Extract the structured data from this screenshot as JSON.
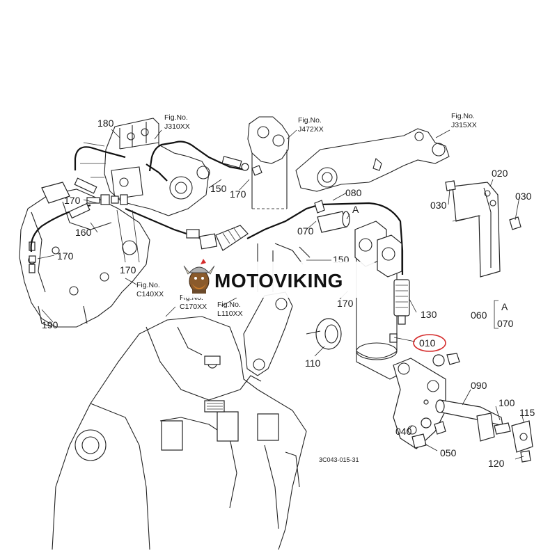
{
  "brand": {
    "name": "MOTOVIKING",
    "logo_icon": "viking-mascot-icon"
  },
  "drawing_ref": "3C043-015-31",
  "fig_refs": [
    {
      "id": "j310",
      "title": "Fig.No.",
      "code": "J310XX"
    },
    {
      "id": "j472",
      "title": "Fig.No.",
      "code": "J472XX"
    },
    {
      "id": "j315",
      "title": "Fig.No.",
      "code": "J315XX"
    },
    {
      "id": "c140",
      "title": "Fig.No.",
      "code": "C140XX"
    },
    {
      "id": "c170",
      "title": "Fig.No.",
      "code": "C170XX"
    },
    {
      "id": "l110",
      "title": "Fig.No.",
      "code": "L110XX"
    }
  ],
  "part_labels": {
    "p180": "180",
    "p170_a": "170",
    "p170_b": "170",
    "p170_c": "170",
    "p170_d": "170",
    "p170_e": "170",
    "p160": "160",
    "p150_a": "150",
    "p150_b": "150",
    "p080": "080",
    "p070": "070",
    "pA": "A",
    "p020": "020",
    "p030_a": "030",
    "p030_b": "030",
    "p130": "130",
    "p060": "060",
    "p060_A": "A",
    "p060_070": "070",
    "p010": "010",
    "p110": "110",
    "p190": "190",
    "p090": "090",
    "p100": "100",
    "p115": "115",
    "p040": "040",
    "p050": "050",
    "p120": "120"
  },
  "highlight_color": "#d42a2a"
}
